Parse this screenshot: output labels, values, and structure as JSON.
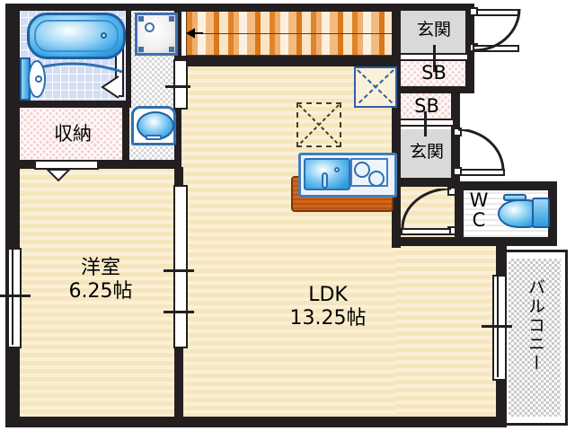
{
  "plan": {
    "title": "間取り図",
    "units": "帖",
    "colors": {
      "wall": "#231f20",
      "floor": "#f6e6be",
      "storage_pink": "#f6d2d2",
      "entry_grey": "#d9d9d9",
      "bath_tile": "#d3ddf3",
      "fixture_blue": "#2a9be0",
      "stair_wood": "#d9781c",
      "counter_wood": "#b8530f"
    }
  },
  "rooms": [
    {
      "key": "yoshitsu",
      "name": "洋室",
      "size": "6.25帖",
      "type": "western-room"
    },
    {
      "key": "ldk",
      "name": "LDK",
      "size": "13.25帖",
      "type": "living-dining-kitchen"
    },
    {
      "key": "shuno",
      "name": "収納",
      "size": "",
      "type": "closet"
    },
    {
      "key": "genkan_top",
      "name": "玄関",
      "size": "",
      "type": "entrance"
    },
    {
      "key": "genkan_bot",
      "name": "玄関",
      "size": "",
      "type": "entrance"
    },
    {
      "key": "sb_top",
      "name": "SB",
      "size": "",
      "type": "shoe-box"
    },
    {
      "key": "sb_bot",
      "name": "SB",
      "size": "",
      "type": "shoe-box"
    },
    {
      "key": "wc",
      "name_line1": "W",
      "name_line2": "C",
      "size": "",
      "type": "toilet"
    },
    {
      "key": "balcony",
      "name": "バルコニー",
      "size": "",
      "type": "balcony"
    }
  ],
  "labels": {
    "yoshitsu_name": "洋室",
    "yoshitsu_size": "6.25帖",
    "ldk_name": "LDK",
    "ldk_size": "13.25帖",
    "shuno_name": "収納",
    "genkan_top": "玄関",
    "genkan_bottom": "玄関",
    "sb_top": "SB",
    "sb_bottom": "SB",
    "wc_w": "W",
    "wc_c": "C",
    "balcony": "バルコニー"
  },
  "fixtures": [
    {
      "key": "bathtub",
      "icon": "bathtub-icon",
      "room": "bathroom"
    },
    {
      "key": "bath_floor",
      "icon": "bath-floor-icon",
      "room": "bathroom"
    },
    {
      "key": "washbasin",
      "icon": "washbasin-icon",
      "room": "washroom"
    },
    {
      "key": "washer_pan",
      "icon": "washing-machine-icon",
      "room": "washroom"
    },
    {
      "key": "kitchen_sink",
      "icon": "kitchen-sink-icon",
      "room": "ldk"
    },
    {
      "key": "stove_burners",
      "icon": "stove-icon",
      "room": "ldk"
    },
    {
      "key": "kitchen_counter",
      "icon": "counter-icon",
      "room": "ldk"
    },
    {
      "key": "toilet",
      "icon": "toilet-icon",
      "room": "wc"
    },
    {
      "key": "staircase",
      "icon": "staircase-icon",
      "room": "hall"
    }
  ]
}
